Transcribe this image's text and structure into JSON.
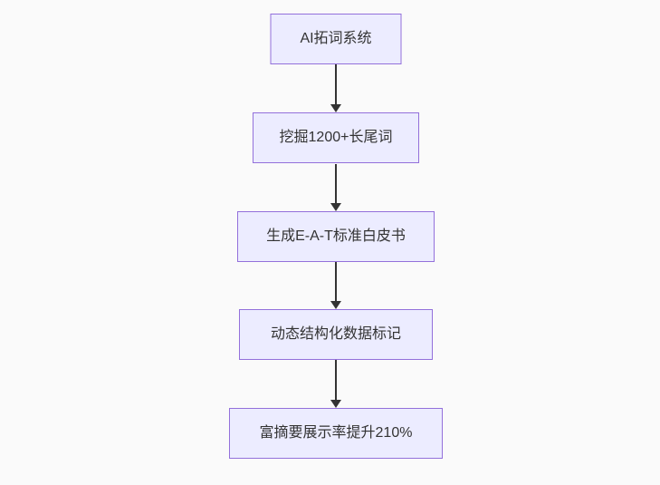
{
  "theme": {
    "canvas_background": "#fafafa",
    "node_fill": "#ECECFF",
    "node_border": "#9370DB",
    "text_color": "#333333",
    "arrow_color": "#333333"
  },
  "flowchart": {
    "type": "flowchart",
    "direction": "top-down",
    "nodes": [
      {
        "id": "node-1",
        "label": "AI拓词系统"
      },
      {
        "id": "node-2",
        "label": "挖掘1200+长尾词"
      },
      {
        "id": "node-3",
        "label": "生成E-A-T标准白皮书"
      },
      {
        "id": "node-4",
        "label": "动态结构化数据标记"
      },
      {
        "id": "node-5",
        "label": "富摘要展示率提升210%"
      }
    ],
    "edges": [
      {
        "from": "node-1",
        "to": "node-2"
      },
      {
        "from": "node-2",
        "to": "node-3"
      },
      {
        "from": "node-3",
        "to": "node-4"
      },
      {
        "from": "node-4",
        "to": "node-5"
      }
    ]
  }
}
